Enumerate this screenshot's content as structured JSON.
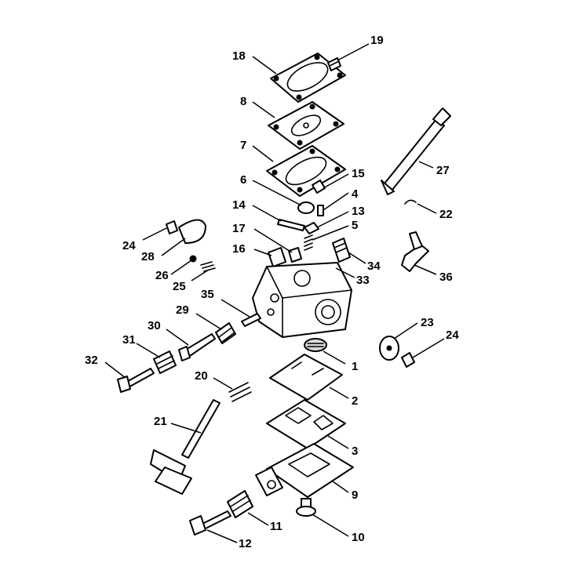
{
  "colors": {
    "line": "#000000",
    "background": "#ffffff",
    "shade": "#d9d9d9"
  },
  "callouts": [
    {
      "label": "18"
    },
    {
      "label": "19"
    },
    {
      "label": "8"
    },
    {
      "label": "7"
    },
    {
      "label": "27"
    },
    {
      "label": "6"
    },
    {
      "label": "15"
    },
    {
      "label": "4"
    },
    {
      "label": "14"
    },
    {
      "label": "13"
    },
    {
      "label": "22"
    },
    {
      "label": "17"
    },
    {
      "label": "5"
    },
    {
      "label": "24"
    },
    {
      "label": "28"
    },
    {
      "label": "16"
    },
    {
      "label": "34"
    },
    {
      "label": "26"
    },
    {
      "label": "33"
    },
    {
      "label": "36"
    },
    {
      "label": "25"
    },
    {
      "label": "35"
    },
    {
      "label": "29"
    },
    {
      "label": "30"
    },
    {
      "label": "31"
    },
    {
      "label": "23"
    },
    {
      "label": "24"
    },
    {
      "label": "32"
    },
    {
      "label": "1"
    },
    {
      "label": "20"
    },
    {
      "label": "2"
    },
    {
      "label": "21"
    },
    {
      "label": "3"
    },
    {
      "label": "9"
    },
    {
      "label": "11"
    },
    {
      "label": "10"
    },
    {
      "label": "12"
    }
  ]
}
